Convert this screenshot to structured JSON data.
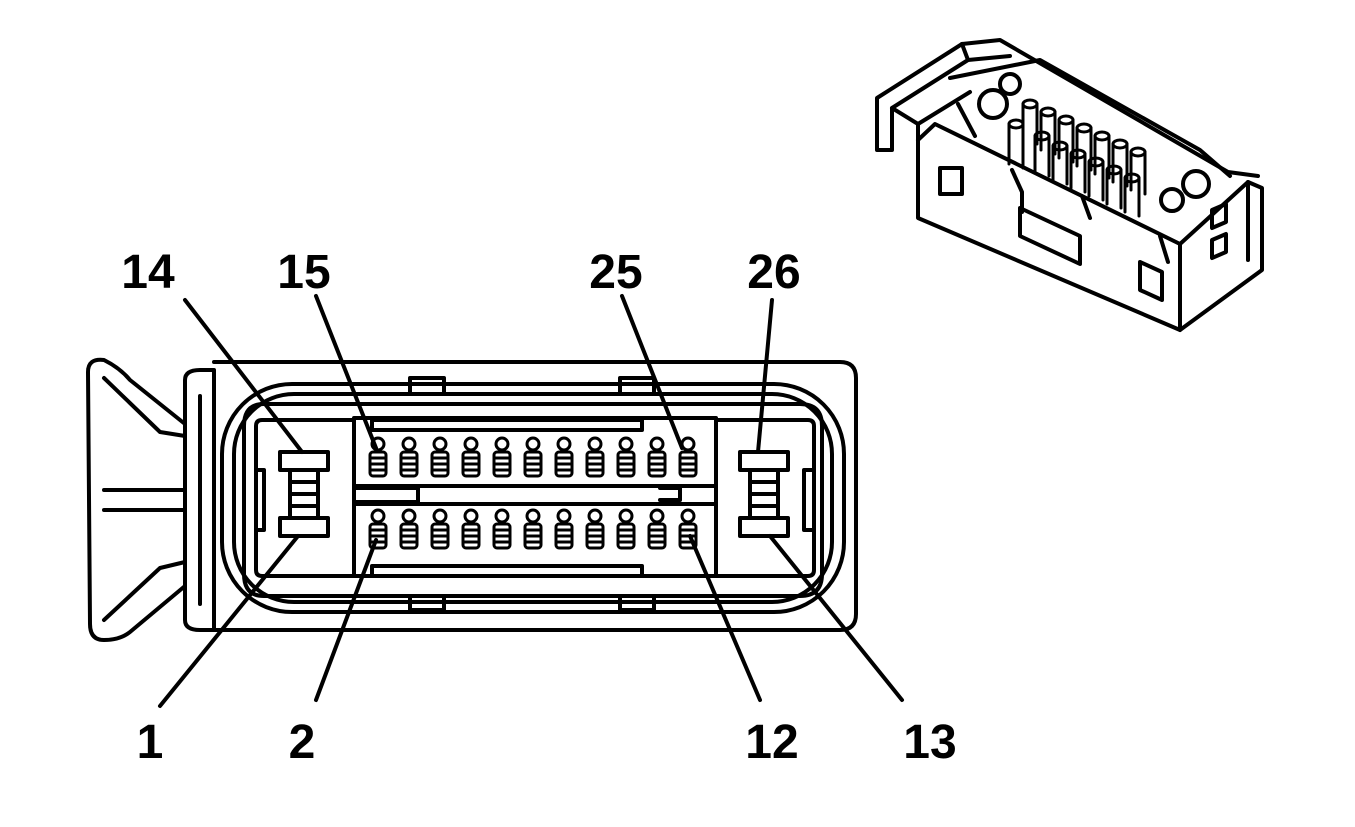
{
  "callouts": {
    "top": [
      "14",
      "15",
      "25",
      "26"
    ],
    "bottom": [
      "1",
      "2",
      "12",
      "13"
    ]
  },
  "pin_rows": {
    "top_count": 11,
    "bottom_count": 11
  }
}
